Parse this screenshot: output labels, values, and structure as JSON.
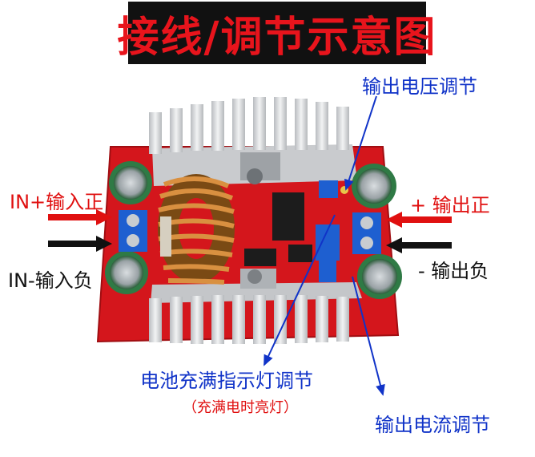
{
  "title": "接线/调节示意图",
  "labels": {
    "output_voltage_adjust": "输出电压调节",
    "in_positive": "IN+输入正",
    "out_positive": "+ 输出正",
    "in_negative": "IN-输入负",
    "out_negative": "- 输出负",
    "charge_indicator_adjust": "电池充满指示灯调节",
    "charge_note": "（充满电时亮灯）",
    "output_current_adjust": "输出电流调节"
  },
  "colors": {
    "title_bg": "#111111",
    "title_text": "#e8141c",
    "label_blue": "#1033c8",
    "label_red": "#e01010",
    "pcb_red": "#d4161c",
    "heatsink": "#d8d8d8",
    "terminal_blue": "#1e5fd0",
    "coil_copper": "#c97a2a"
  },
  "icons": [
    "arrow-right-red",
    "arrow-left-red",
    "arrow-right-black",
    "arrow-left-black",
    "pointer-line-blue"
  ]
}
